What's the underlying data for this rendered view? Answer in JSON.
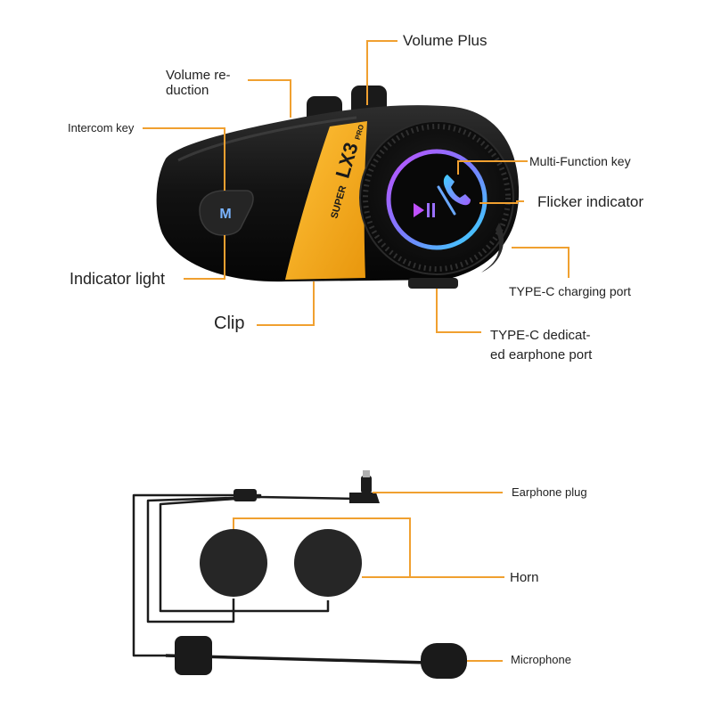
{
  "device": {
    "brand_small": "SUPER",
    "brand_model": "LX3",
    "brand_suffix": "PRO",
    "m_key_letter": "M"
  },
  "labels": {
    "volume_plus": "Volume Plus",
    "volume_reduction_line1": "Volume re-",
    "volume_reduction_line2": "duction",
    "intercom_key": "Intercom key",
    "multi_function_key": "Multi-Function key",
    "flicker_indicator": "Flicker indicator",
    "indicator_light": "Indicator light",
    "type_c_charging": "TYPE-C charging port",
    "clip": "Clip",
    "type_c_earphone_line1": "TYPE-C dedicat-",
    "type_c_earphone_line2": "ed earphone port",
    "earphone_plug": "Earphone plug",
    "horn": "Horn",
    "microphone": "Microphone"
  },
  "icons": [
    "phone-icon",
    "play-pause-icon",
    "m-key-icon"
  ],
  "colors": {
    "leader": "#f0a030",
    "accent_yellow": "#f5a81c",
    "device_body": "#141414",
    "cable": "#1c1c1c",
    "ring_start": "#36c8ff",
    "ring_end": "#c050ff"
  }
}
